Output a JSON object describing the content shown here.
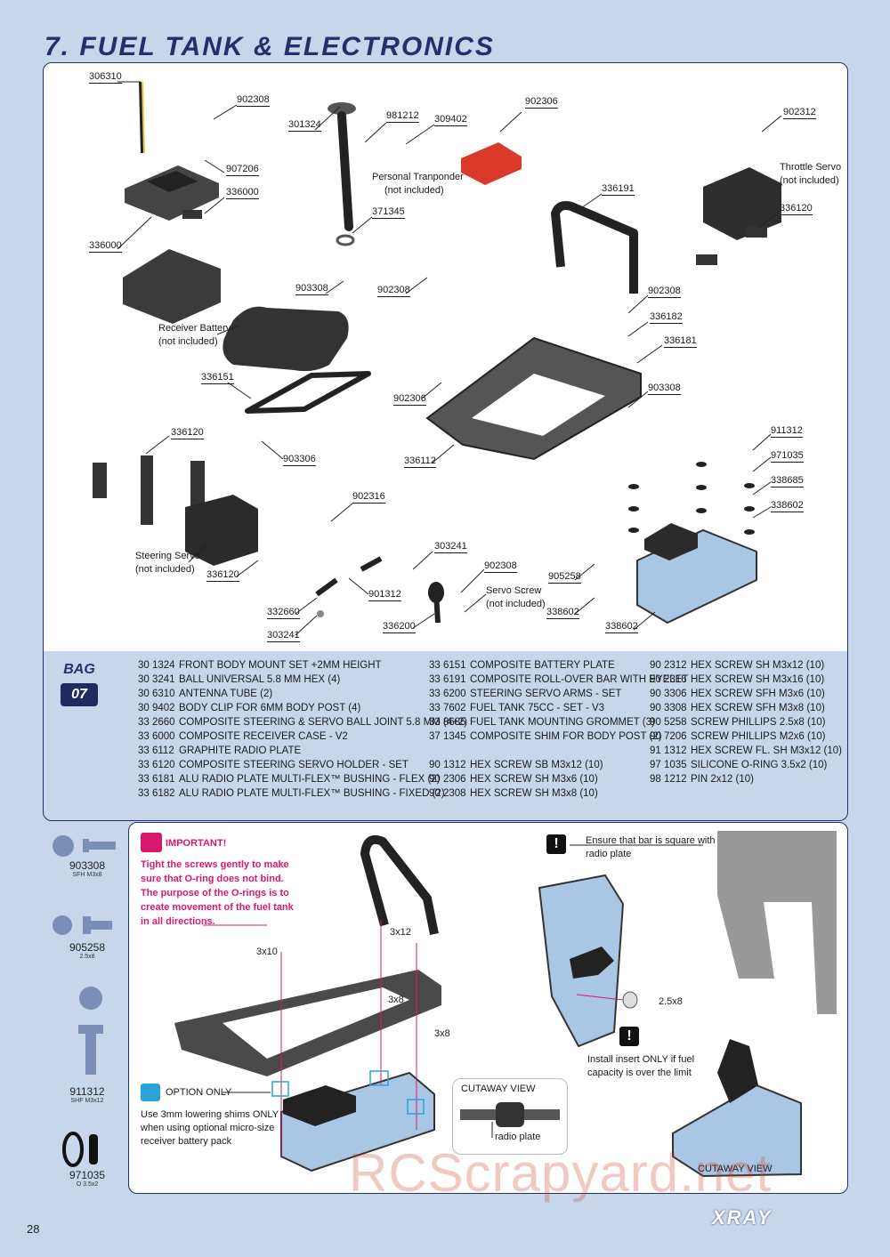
{
  "section_title": "7. FUEL TANK & ELECTRONICS",
  "diagram_labels": {
    "l306310": "306310",
    "l902308a": "902308",
    "l907206": "907206",
    "l336000a": "336000",
    "l336000b": "336000",
    "l301324": "301324",
    "l981212": "981212",
    "l309402": "309402",
    "l902306a": "902306",
    "l902312": "902312",
    "throttle_servo": "Throttle Servo",
    "not_included_1": "(not included)",
    "l336120a": "336120",
    "personal_transponder": "Personal Tranponder",
    "not_included_2": "(not included)",
    "l371345": "371345",
    "l336191": "336191",
    "l903308a": "903308",
    "l902308b": "902308",
    "l902308c": "902308",
    "l336182": "336182",
    "l336181": "336181",
    "receiver_battery": "Receiver Battery",
    "not_included_3": "(not included)",
    "l336151": "336151",
    "l902306b": "902306",
    "l903308b": "903308",
    "l336120b": "336120",
    "l903306": "903306",
    "l336112": "336112",
    "l911312": "911312",
    "l971035": "971035",
    "l338685": "338685",
    "l338602a": "338602",
    "l902316": "902316",
    "steering_servo": "Steering Servo",
    "not_included_4": "(not included)",
    "l336120c": "336120",
    "l303241a": "303241",
    "l902308d": "902308",
    "servo_screw": "Servo Screw",
    "not_included_5": "(not included)",
    "l905258": "905258",
    "l901312": "901312",
    "l332660": "332660",
    "l303241b": "303241",
    "l336200": "336200",
    "l338602b": "338602",
    "l338602c": "338602"
  },
  "bag": {
    "label": "BAG",
    "number": "07"
  },
  "parts_list": {
    "col1": [
      {
        "code": "30 1324",
        "desc": "FRONT BODY MOUNT SET +2MM HEIGHT"
      },
      {
        "code": "30 3241",
        "desc": "BALL UNIVERSAL 5.8 MM HEX (4)"
      },
      {
        "code": "30 6310",
        "desc": "ANTENNA TUBE (2)"
      },
      {
        "code": "30 9402",
        "desc": "BODY CLIP FOR 6MM BODY POST (4)"
      },
      {
        "code": "33 2660",
        "desc": "COMPOSITE STEERING & SERVO BALL JOINT 5.8 MM (4+2)"
      },
      {
        "code": "33 6000",
        "desc": "COMPOSITE RECEIVER CASE - V2"
      },
      {
        "code": "33 6112",
        "desc": "GRAPHITE RADIO PLATE"
      },
      {
        "code": "33 6120",
        "desc": "COMPOSITE STEERING SERVO HOLDER - SET"
      },
      {
        "code": "33 6181",
        "desc": "ALU RADIO PLATE MULTI-FLEX™ BUSHING - FLEX (2)"
      },
      {
        "code": "33 6182",
        "desc": "ALU RADIO PLATE MULTI-FLEX™ BUSHING - FIXED (2)"
      }
    ],
    "col2": [
      {
        "code": "33 6151",
        "desc": "COMPOSITE BATTERY PLATE"
      },
      {
        "code": "33 6191",
        "desc": "COMPOSITE ROLL-OVER BAR WITH EYELET"
      },
      {
        "code": "33 6200",
        "desc": "STEERING SERVO ARMS - SET"
      },
      {
        "code": "33 7602",
        "desc": "FUEL TANK 75CC - SET - V3"
      },
      {
        "code": "33 8685",
        "desc": "FUEL TANK MOUNTING GROMMET (3)"
      },
      {
        "code": "37 1345",
        "desc": "COMPOSITE SHIM FOR BODY POST (2)"
      },
      {
        "code": "",
        "desc": ""
      },
      {
        "code": "90 1312",
        "desc": "HEX SCREW SB M3x12  (10)"
      },
      {
        "code": "90 2306",
        "desc": "HEX SCREW SH M3x6  (10)"
      },
      {
        "code": "90 2308",
        "desc": "HEX SCREW SH M3x8  (10)"
      }
    ],
    "col3": [
      {
        "code": "90 2312",
        "desc": "HEX SCREW SH M3x12  (10)"
      },
      {
        "code": "90 2316",
        "desc": "HEX SCREW SH M3x16  (10)"
      },
      {
        "code": "90 3306",
        "desc": "HEX SCREW SFH M3x6  (10)"
      },
      {
        "code": "90 3308",
        "desc": "HEX SCREW SFH M3x8  (10)"
      },
      {
        "code": "90 5258",
        "desc": "SCREW PHILLIPS 2.5x8  (10)"
      },
      {
        "code": "90 7206",
        "desc": "SCREW PHILLIPS M2x6  (10)"
      },
      {
        "code": "91 1312",
        "desc": "HEX SCREW FL. SH M3x12 (10)"
      },
      {
        "code": "97 1035",
        "desc": "SILICONE O-RING 3.5x2  (10)"
      },
      {
        "code": "98 1212",
        "desc": "PIN 2x12  (10)"
      }
    ]
  },
  "side_parts": [
    {
      "code": "903308",
      "spec": "SFH M3x8"
    },
    {
      "code": "905258",
      "spec": "2.5x8"
    },
    {
      "code": "911312",
      "spec": "SHF M3x12"
    },
    {
      "code": "971035",
      "spec": "O 3.5x2"
    }
  ],
  "important": {
    "title": "IMPORTANT!",
    "lines": [
      "Tight the screws gently to make",
      "sure that O-ring does not bind.",
      "The purpose of the O-rings is to",
      "create movement of the fuel tank",
      "in all directions."
    ]
  },
  "option_only": {
    "title": "OPTION ONLY",
    "lines": [
      "Use 3mm lowering shims ONLY",
      "when using optional micro-size",
      "receiver battery pack"
    ]
  },
  "square_note": [
    "Ensure that bar is square with",
    "radio plate"
  ],
  "insert_note": [
    "Install insert ONLY if fuel",
    "capacity is over the limit"
  ],
  "sizes": {
    "s1": "3x12",
    "s2": "3x10",
    "s3": "3x8",
    "s4": "3x8",
    "s5": "2.5x8"
  },
  "cutaway_view": "CUTAWAY VIEW",
  "radio_plate": "radio plate",
  "cutaway_view_2": "CUTAWAY VIEW",
  "page_number": "28",
  "logo": "XRAY",
  "watermark": "RCScrapyard.net"
}
